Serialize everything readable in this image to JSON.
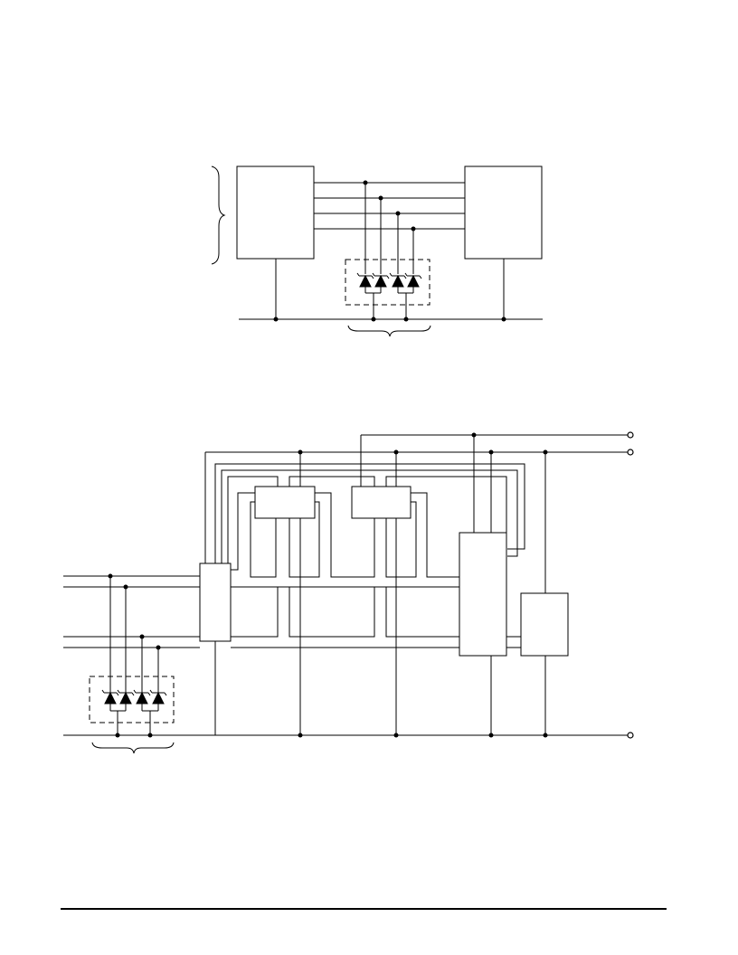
{
  "page": {
    "background": "#ffffff",
    "line_color": "#000000"
  },
  "figures": [
    {
      "id": "figure-top",
      "description_visible_text": "",
      "components": [
        "block",
        "block",
        "diode-array"
      ],
      "diode_count": 4,
      "signal_lines": 4
    },
    {
      "id": "figure-bottom",
      "description_visible_text": "",
      "components": [
        "block",
        "block",
        "block",
        "block",
        "block",
        "diode-array"
      ],
      "diode_count": 4,
      "terminals": 3
    }
  ],
  "footer": {
    "rule": true
  }
}
